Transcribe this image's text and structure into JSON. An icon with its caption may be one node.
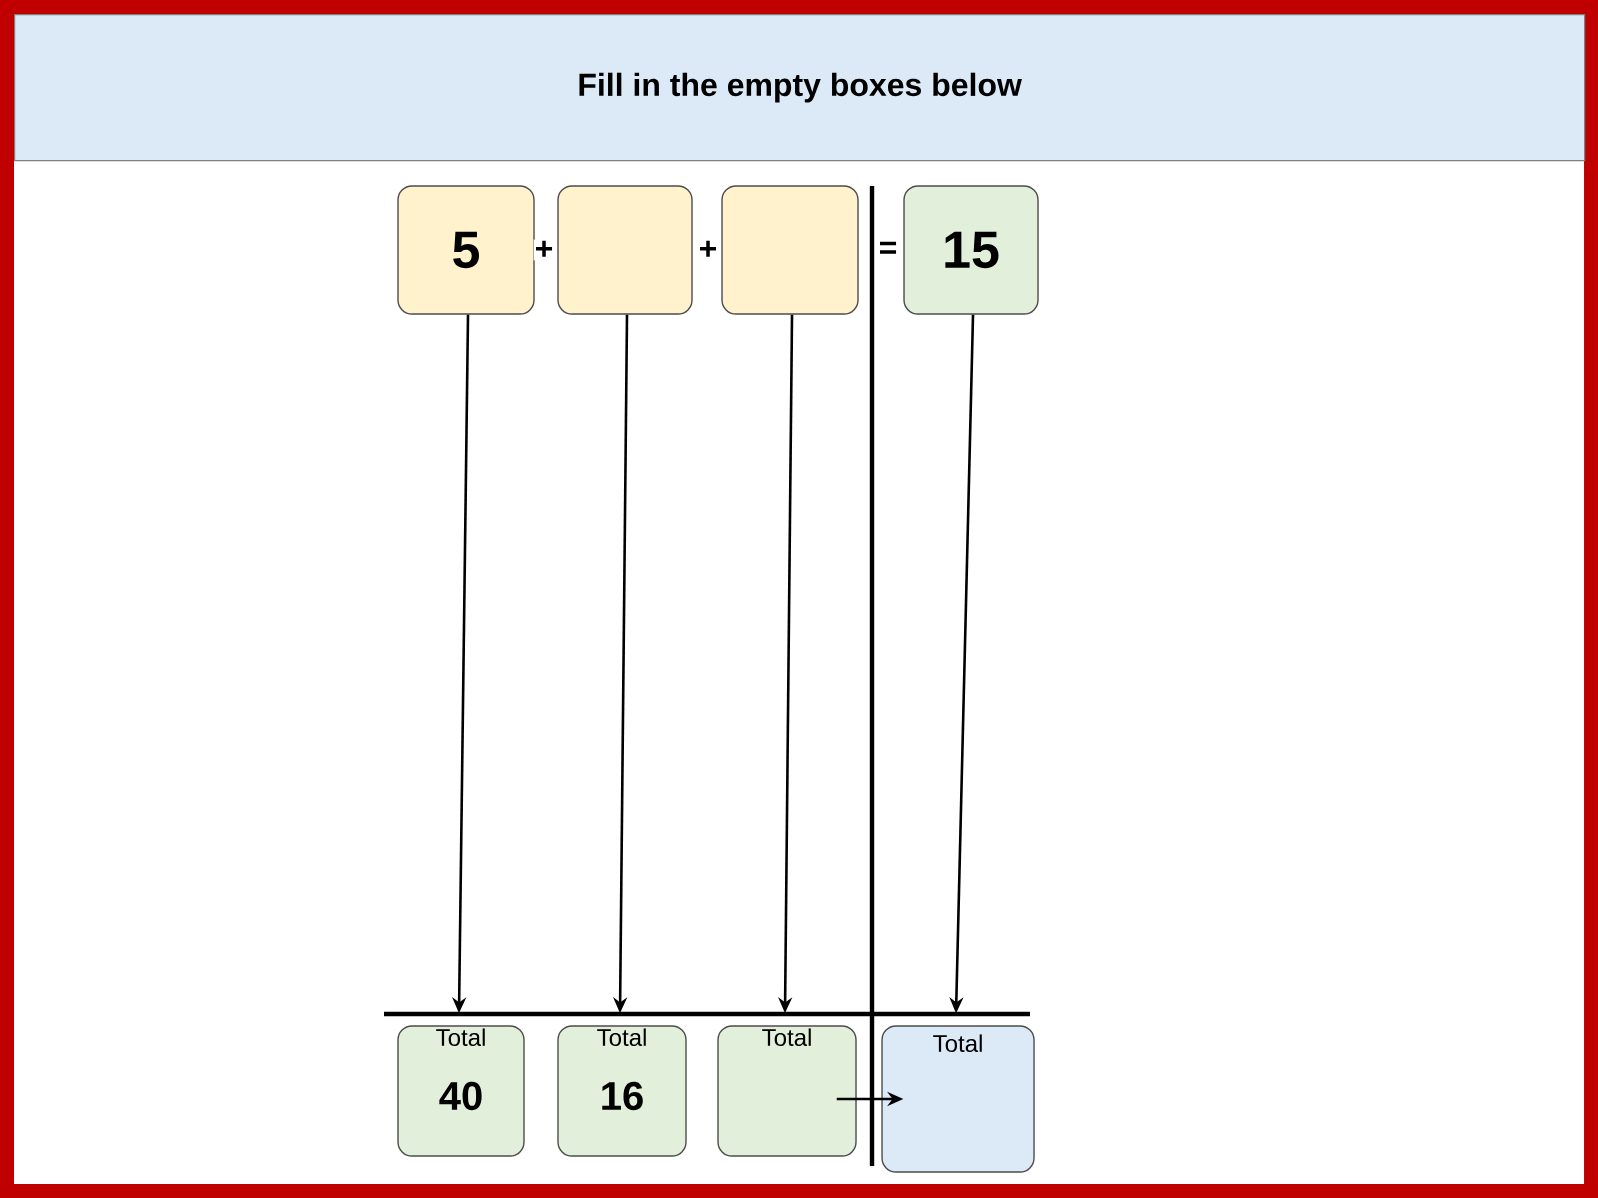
{
  "diagram": {
    "title": "Fill in the empty boxes below",
    "nodes": [
      {
        "text": [
          "5"
        ]
      },
      {
        "text": [],
        "shape": "box"
      },
      {
        "text": [],
        "shape": "box"
      },
      {
        "text": [
          "15"
        ]
      },
      {
        "text": [
          "Total",
          "40"
        ]
      },
      {
        "text": [
          "Total",
          "16"
        ]
      },
      {
        "text": [
          "Total"
        ]
      },
      {
        "text": [
          "Total"
        ]
      }
    ],
    "edges": [
      {
        "from": 0,
        "to": 4,
        "arrow": "to"
      },
      {
        "from": 1,
        "to": 5,
        "arrow": "to"
      },
      {
        "from": 2,
        "to": 6,
        "arrow": "to"
      },
      {
        "from": 3,
        "to": 7,
        "arrow": "to"
      },
      {
        "from": 6,
        "to": 7,
        "arrow": "to"
      }
    ],
    "labels": [
      "+",
      "+",
      "="
    ]
  }
}
